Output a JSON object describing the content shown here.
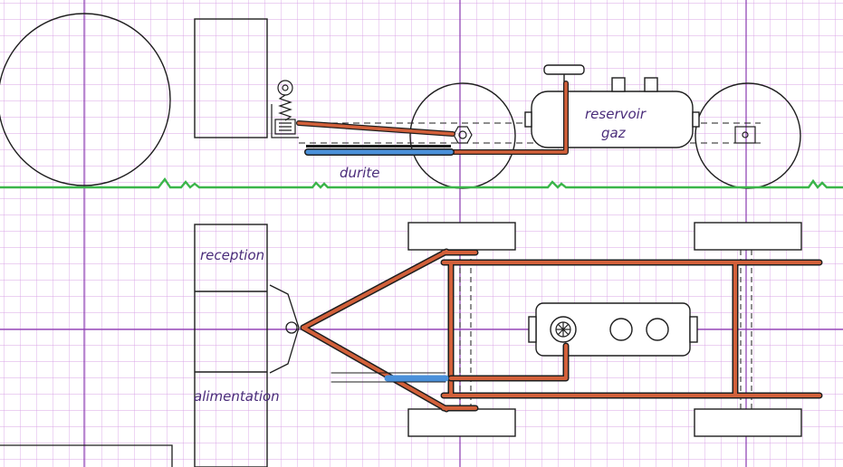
{
  "labels": {
    "reservoir_line1": "reservoir",
    "reservoir_line2": "gaz",
    "durite": "durite",
    "reception": "reception",
    "alimentation": "alimentation"
  },
  "colors": {
    "grid": "#d9a3e6",
    "axis_line": "#8a3bb0",
    "ink": "#1e1e1e",
    "ground": "#3bb54a",
    "copper_pipe": "#d2603a",
    "water_hose": "#4a90d9",
    "label_ink": "#4a2c7a"
  }
}
